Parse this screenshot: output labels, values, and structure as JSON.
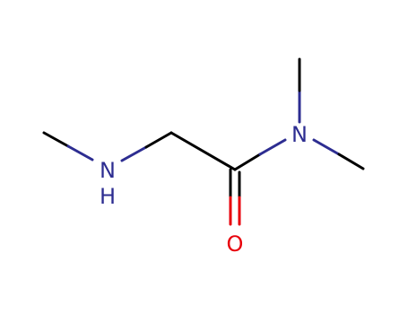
{
  "colors": {
    "carbon_bond": "#000000",
    "nitrogen": "#2d2d91",
    "oxygen": "#e8000b",
    "background": "#ffffff"
  },
  "atoms": {
    "n_amine": "N",
    "h_amine": "H",
    "n_amide": "N",
    "o_carbonyl": "O"
  }
}
